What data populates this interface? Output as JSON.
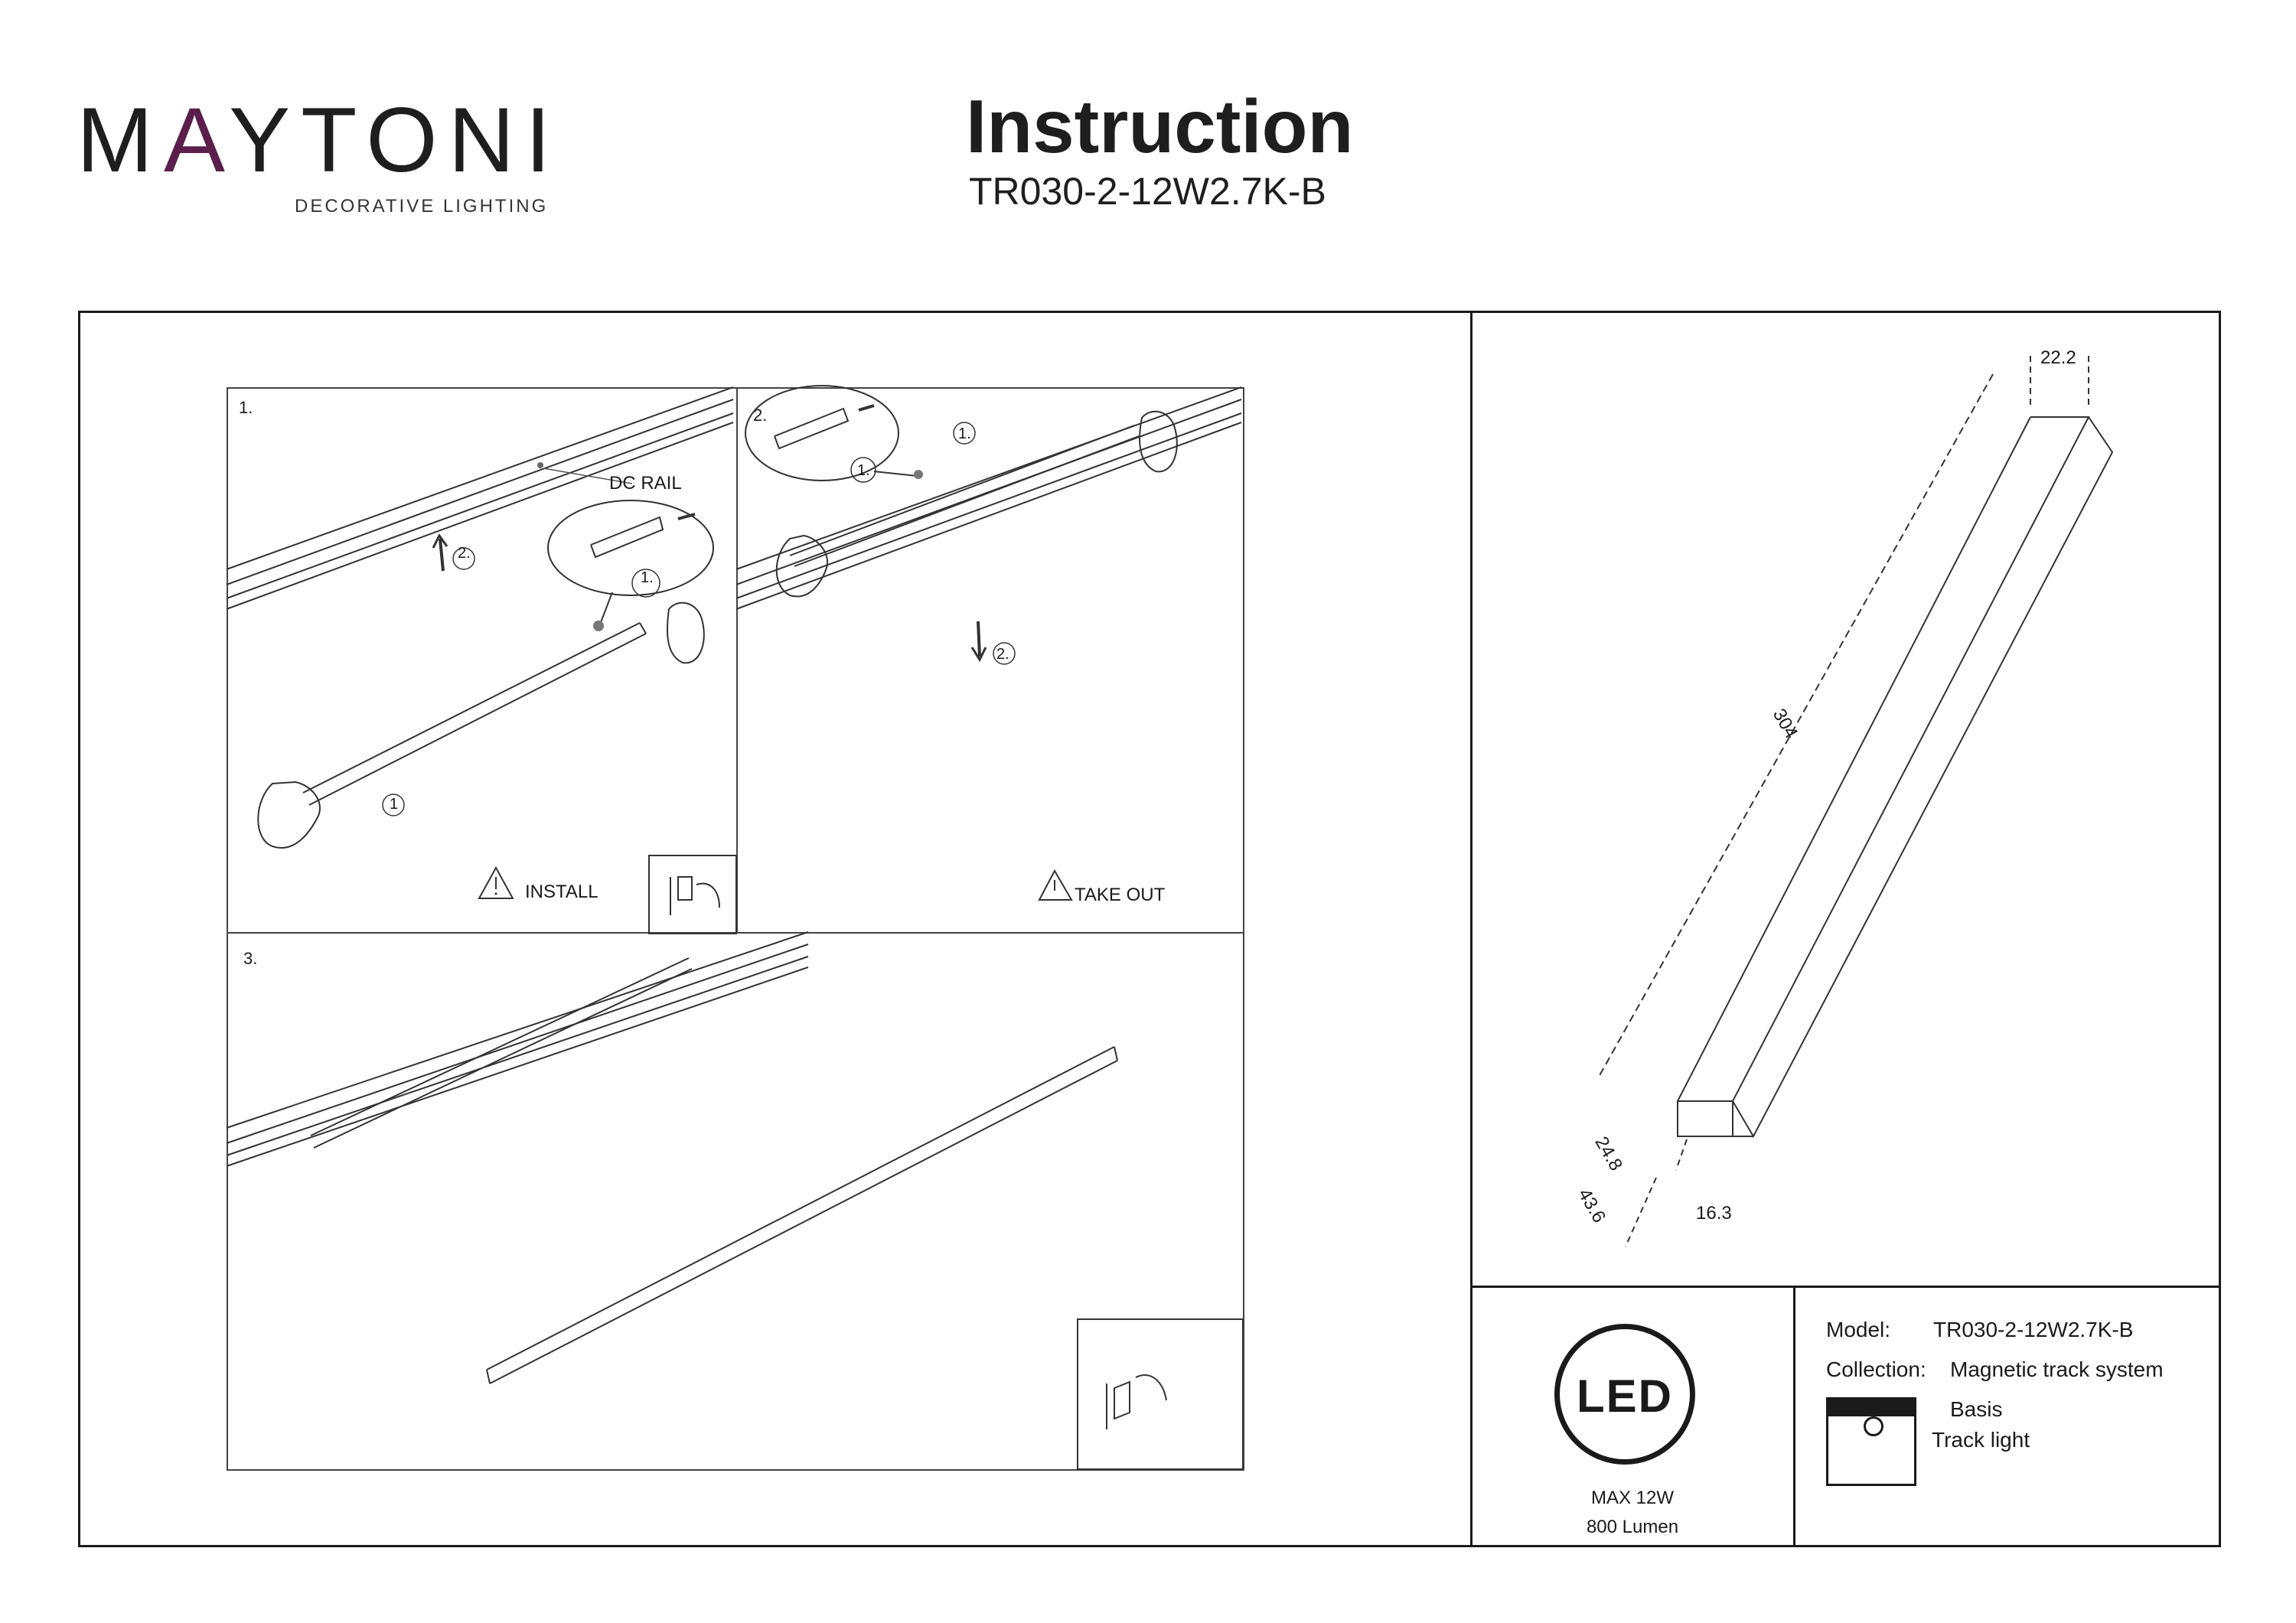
{
  "brand": {
    "name_part1": "M",
    "name_accent": "A",
    "name_part2": "YTON",
    "name_accent2": "I",
    "subtitle": "DECORATIVE LIGHTING",
    "accent_color": "#5b1e4a"
  },
  "header": {
    "title": "Instruction",
    "model": "TR030-2-12W2.7K-B"
  },
  "steps": {
    "step1": {
      "number": "1.",
      "rail_label": "DC RAIL",
      "callout_a": "2.",
      "callout_b": "1.",
      "callout_c": "1",
      "warning": "INSTALL"
    },
    "step2": {
      "number": "2.",
      "callout_a": "1.",
      "callout_b": "1.",
      "callout_c": "2.",
      "warning": "TAKE OUT"
    },
    "step3": {
      "number": "3."
    }
  },
  "dimensions": {
    "width_top": "22.2",
    "length": "304",
    "height": "24.8",
    "depth": "43.6",
    "width_bottom": "16.3"
  },
  "led_badge": {
    "text": "LED",
    "power": "MAX 12W",
    "lumen": "800 Lumen"
  },
  "specs": {
    "model_label": "Model:",
    "model_value": "TR030-2-12W2.7K-B",
    "collection_label": "Collection:",
    "collection_value": "Magnetic track system",
    "collection_sub": "Basis",
    "type_value": "Track light"
  }
}
